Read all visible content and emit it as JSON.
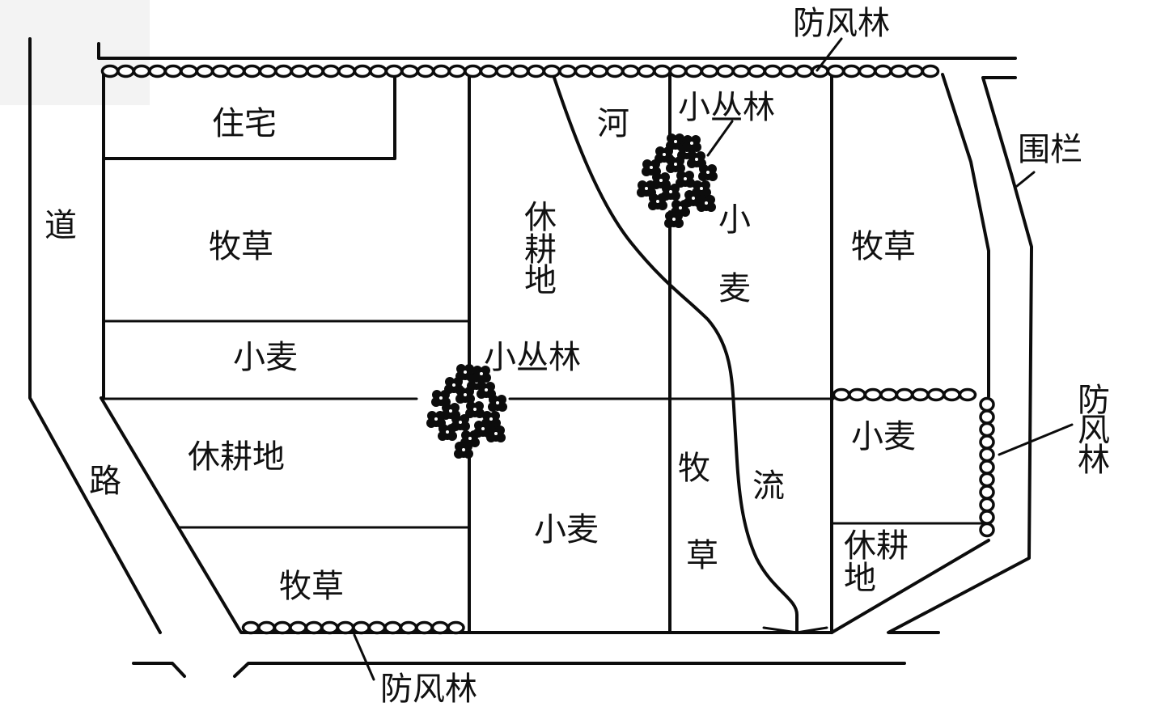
{
  "title": "农场土地利用示意图",
  "labels": {
    "residence": "住宅",
    "pasture_top_left": "牧草",
    "wheat_left": "小麦",
    "fallow_left": "休耕地",
    "pasture_bottom_left": "牧草",
    "fallow_center_chars": [
      "休",
      "耕",
      "地"
    ],
    "grove_center": "小丛林",
    "wheat_center": "小麦",
    "river_chars_top": "河",
    "river_chars_bottom": "流",
    "grove_top": "小丛林",
    "wheat_right_strip_chars": [
      "小",
      "麦"
    ],
    "pasture_strip_chars": [
      "牧",
      "草"
    ],
    "pasture_right": "牧草",
    "wheat_right": "小麦",
    "fallow_right_chars": [
      "休耕",
      "地"
    ],
    "road_chars": [
      "道",
      "路"
    ],
    "fence": "围栏",
    "windbreak_top": "防风林",
    "windbreak_bottom": "防风林",
    "windbreak_right_chars": [
      "防",
      "风",
      "林"
    ]
  },
  "legend_symbols": {
    "windbreak": "bead-chain",
    "grove": "clustered-dots",
    "river": "curved-line",
    "fence": "thick-line"
  },
  "colors": {
    "ink": "#0c0c0c",
    "paper": "#ffffff"
  }
}
